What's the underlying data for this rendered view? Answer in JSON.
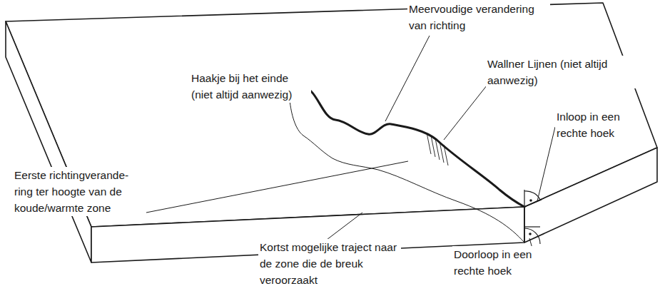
{
  "diagram": {
    "labels": [
      "Meervoudige verandering van richting",
      "Haakje bij het einde (niet altijd aanwezig)",
      "Wallner Lijnen (niet altijd aanwezig)",
      "Inloop in een rechte hoek",
      "Eerste richtingverande- ring ter hoogte van de koude/warmte zone",
      "Kortst mogelijke traject naar de zone die de breuk veroorzaakt",
      "Doorloop in een rechte hoek"
    ]
  }
}
